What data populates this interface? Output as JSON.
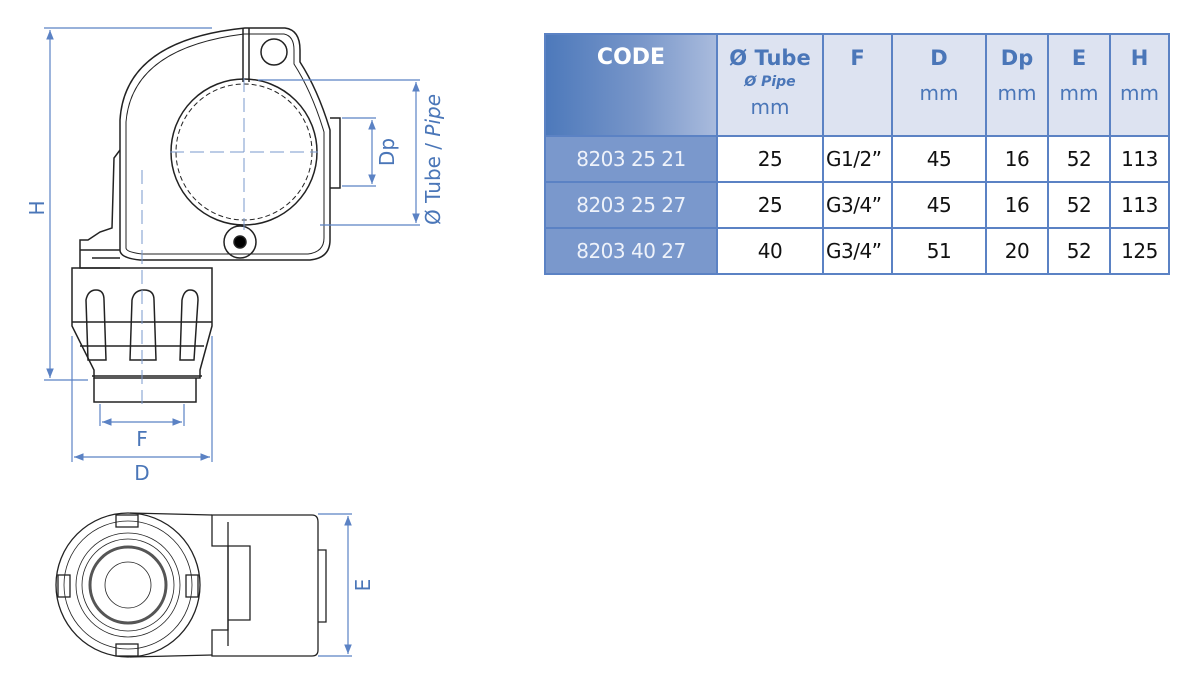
{
  "drawing": {
    "dimension_labels": {
      "H": "H",
      "tube": "Ø Tube / ",
      "pipe": "Pipe",
      "Dp": "Dp",
      "F": "F",
      "D": "D",
      "E": "E"
    }
  },
  "table": {
    "headers": [
      {
        "label": "CODE",
        "sub": "",
        "unit": ""
      },
      {
        "label": "Ø Tube",
        "sub": "Ø Pipe",
        "unit": "mm"
      },
      {
        "label": "F",
        "sub": "",
        "unit": ""
      },
      {
        "label": "D",
        "sub": "",
        "unit": "mm"
      },
      {
        "label": "Dp",
        "sub": "",
        "unit": "mm"
      },
      {
        "label": "E",
        "sub": "",
        "unit": "mm"
      },
      {
        "label": "H",
        "sub": "",
        "unit": "mm"
      }
    ],
    "rows": [
      [
        "8203 25 21",
        "25",
        "G1/2”",
        "45",
        "16",
        "52",
        "113"
      ],
      [
        "8203 25 27",
        "25",
        "G3/4”",
        "45",
        "16",
        "52",
        "113"
      ],
      [
        "8203 40 27",
        "40",
        "G3/4”",
        "51",
        "20",
        "52",
        "125"
      ]
    ],
    "colors": {
      "header_bg": "#dde3f1",
      "code_bg": "#7a98cc",
      "border": "#5b82c4",
      "accent_text": "#4a76b8"
    }
  }
}
